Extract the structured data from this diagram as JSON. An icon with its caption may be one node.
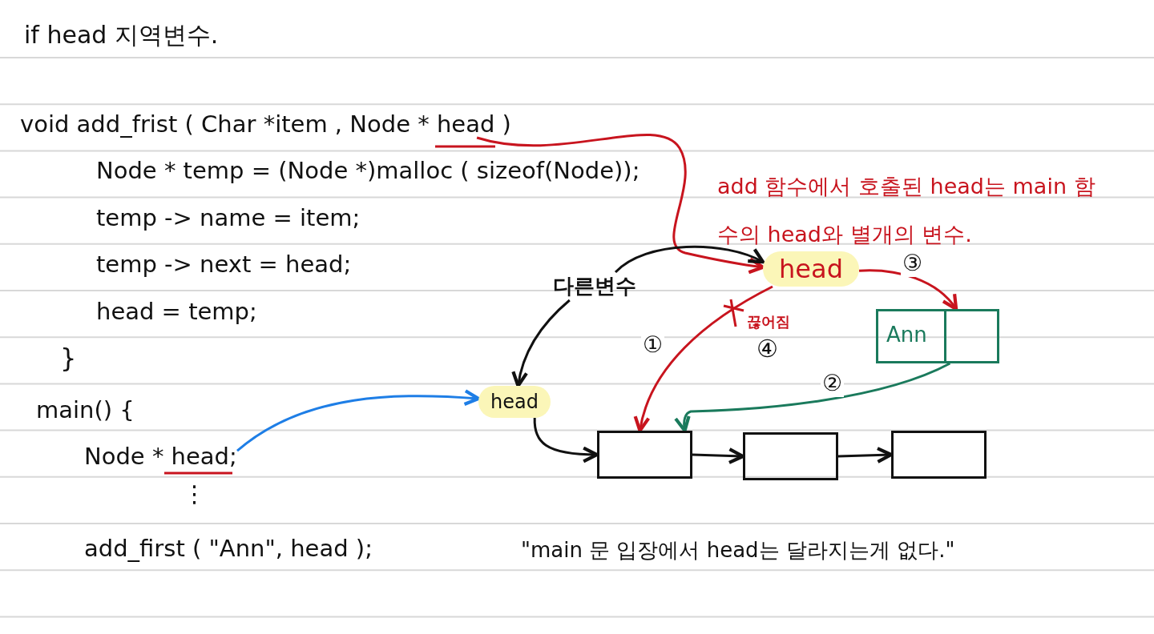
{
  "diagram": {
    "title": "if head 지역변수.",
    "nodes": [
      {
        "text": [
          "void add_frist ( Char *item , Node * head )"
        ]
      },
      {
        "text": [
          "head"
        ]
      },
      {
        "text": [
          "다른변수"
        ]
      },
      {
        "text": [
          "head"
        ]
      },
      {
        "text": [
          "Node * head;"
        ]
      },
      {
        "text": [
          "Ann"
        ]
      },
      {
        "text": [],
        "shape": "box"
      },
      {
        "text": [],
        "shape": "box"
      },
      {
        "text": [],
        "shape": "box"
      }
    ],
    "edges": [
      {
        "from": 0,
        "to": 1,
        "arrow": "to",
        "color": "#c8141e"
      },
      {
        "from": 2,
        "to": 1,
        "arrow": "to"
      },
      {
        "from": 2,
        "to": 3,
        "arrow": "to"
      },
      {
        "from": 4,
        "to": 3,
        "arrow": "to",
        "color": "#1e7ee6"
      },
      {
        "from": 1,
        "to": 5,
        "arrow": "to",
        "label": "③",
        "color": "#c8141e"
      },
      {
        "from": 5,
        "to": 6,
        "arrow": "to",
        "label": "②",
        "color": "#1a7a5c"
      },
      {
        "from": 1,
        "to": 6,
        "arrow": "to",
        "label": "①",
        "color": "#c8141e"
      },
      {
        "from": 3,
        "to": 6,
        "arrow": "to"
      },
      {
        "from": 6,
        "to": 7,
        "arrow": "to"
      },
      {
        "from": 7,
        "to": 8,
        "arrow": "to"
      }
    ],
    "labels": [
      "Node * temp = (Node *)malloc ( sizeof(Node));",
      "temp -> name = item;",
      "temp -> next = head;",
      "head = temp;",
      "}",
      "main() {",
      "⋮",
      "add_first ( \"Ann\", head );",
      "\"main 문 입장에서 head는 달라지는게 없다.\"",
      "add 함수에서 호출된 head는 main 함수의 head와 별개의 변수.",
      "끊어짐",
      "④"
    ]
  }
}
